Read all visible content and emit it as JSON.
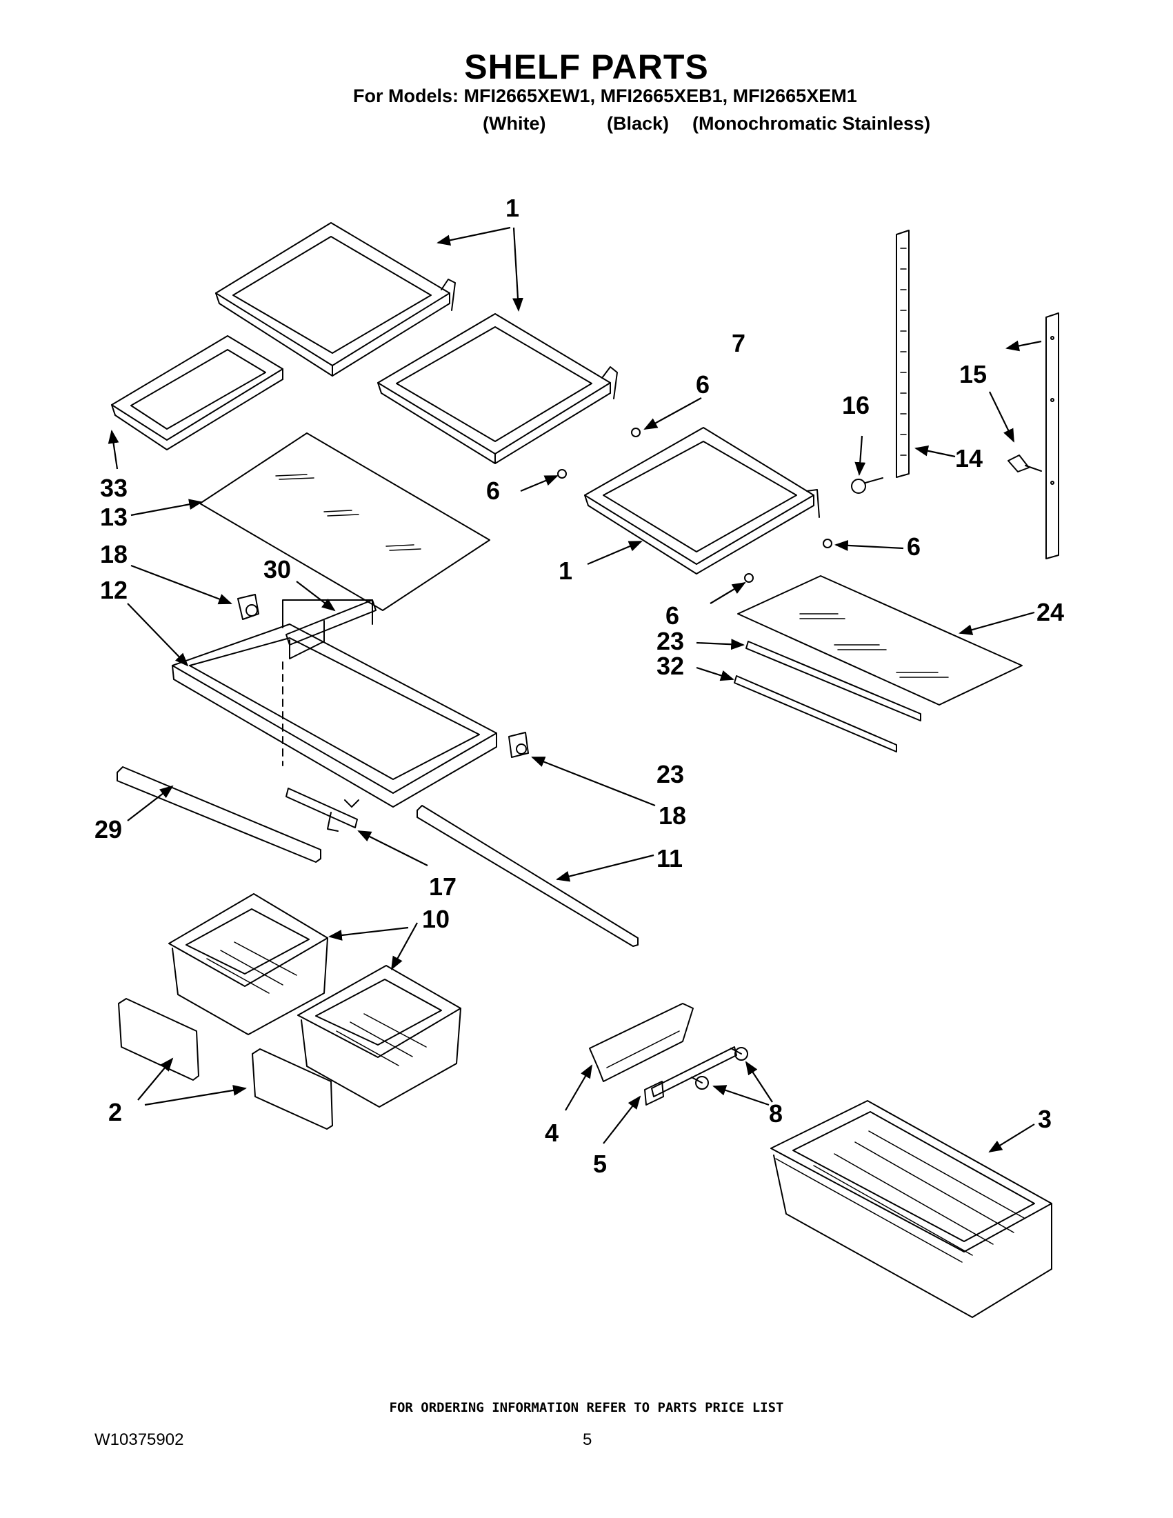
{
  "header": {
    "title": "SHELF PARTS",
    "models_line": "For Models: MFI2665XEW1, MFI2665XEB1, MFI2665XEM1",
    "finish_white": "(White)",
    "finish_black": "(Black)",
    "finish_mono": "(Monochromatic Stainless)"
  },
  "callouts": {
    "c1_top": "1",
    "c1_mid": "1",
    "c6_a": "6",
    "c6_b": "6",
    "c6_c": "6",
    "c6_d": "6",
    "c7": "7",
    "c15": "15",
    "c16": "16",
    "c14": "14",
    "c33": "33",
    "c13": "13",
    "c18_a": "18",
    "c30": "30",
    "c12": "12",
    "c24": "24",
    "c23_a": "23",
    "c32": "32",
    "c23_b": "23",
    "c18_b": "18",
    "c29": "29",
    "c11": "11",
    "c17": "17",
    "c10": "10",
    "c2": "2",
    "c4": "4",
    "c5": "5",
    "c8": "8",
    "c3": "3"
  },
  "footer": {
    "ordering_note": "FOR ORDERING INFORMATION REFER TO PARTS PRICE LIST",
    "document_number": "W10375902",
    "page_number": "5"
  }
}
